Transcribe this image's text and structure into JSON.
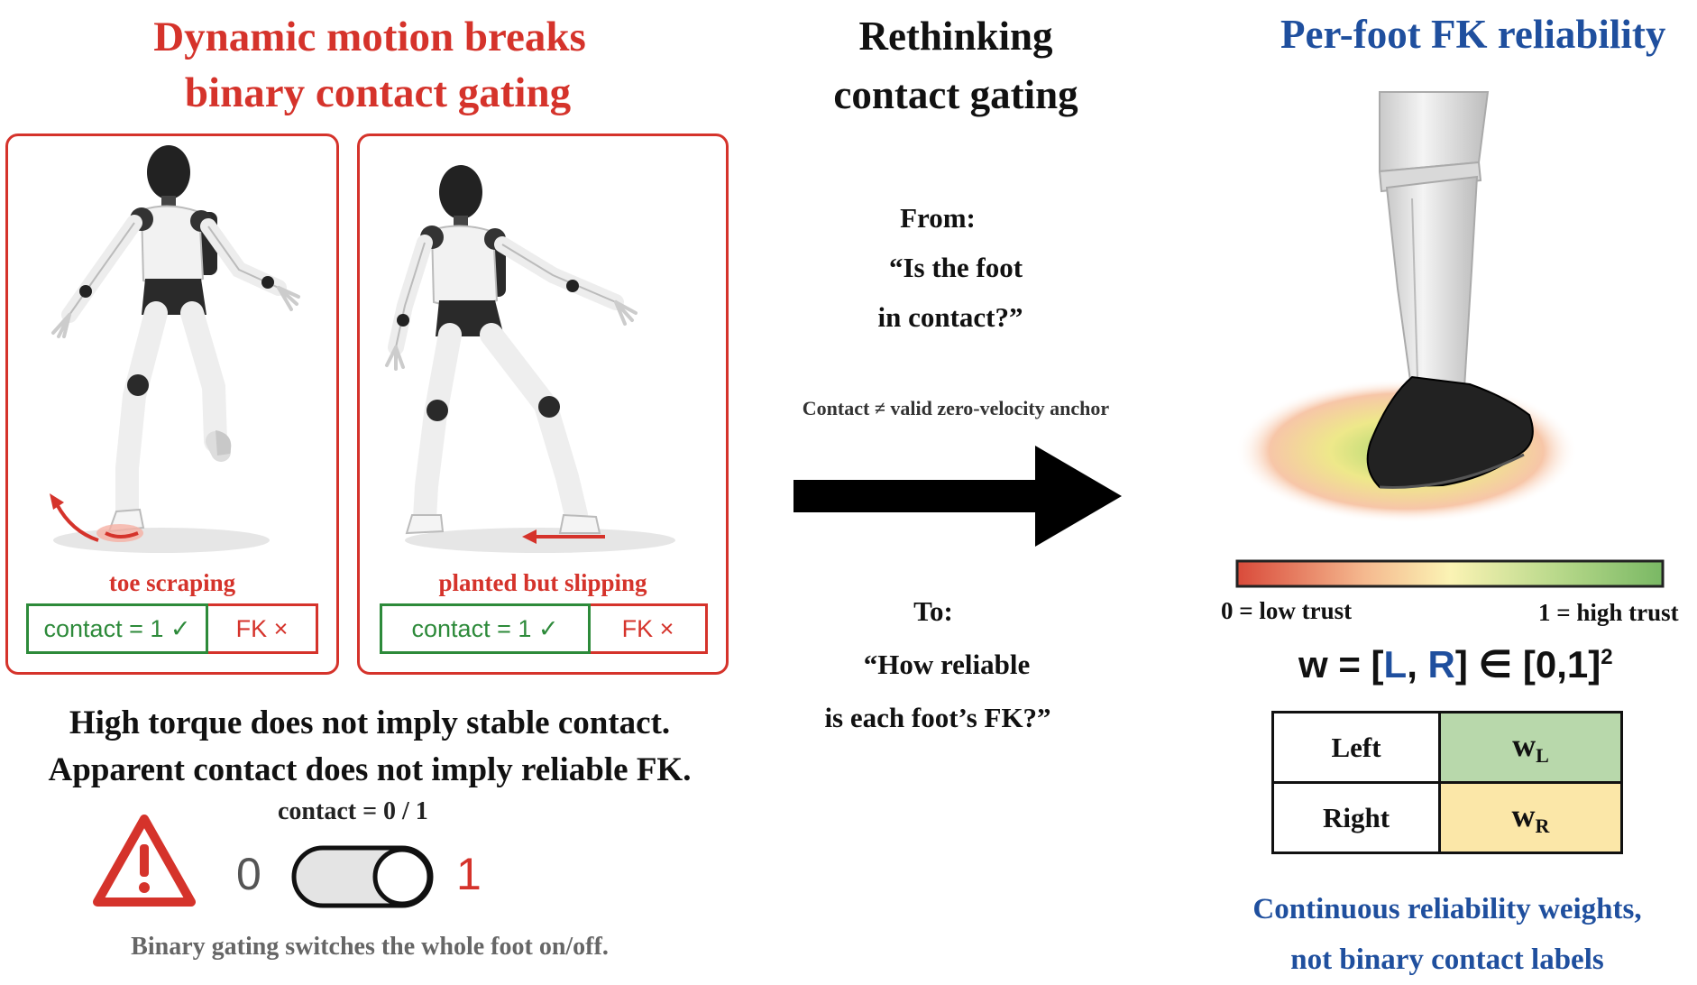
{
  "left": {
    "title_line1": "Dynamic motion breaks",
    "title_line2": "binary contact gating",
    "panels": [
      {
        "caption": "toe scraping",
        "contact_label": "contact = 1 ✓",
        "fk_label": "FK ×"
      },
      {
        "caption": "planted but slipping",
        "contact_label": "contact = 1 ✓",
        "fk_label": "FK ×"
      }
    ],
    "statement_line1": "High torque does not imply stable contact.",
    "statement_line2": "Apparent contact does not imply reliable FK.",
    "toggle_caption": "contact = 0 / 1",
    "toggle_off": "0",
    "toggle_on": "1",
    "bottom_caption": "Binary gating switches the whole foot on/off."
  },
  "middle": {
    "title_line1": "Rethinking",
    "title_line2": "contact gating",
    "from_label": "From:",
    "from_q1": "“Is the foot",
    "from_q2": "in contact?”",
    "note": "Contact ≠ valid zero-velocity anchor",
    "to_label": "To:",
    "to_q1": "“How reliable",
    "to_q2": "is each foot’s FK?”"
  },
  "right": {
    "title": "Per-foot FK reliability",
    "low_trust": "0 = low trust",
    "high_trust": "1 = high trust",
    "formula": {
      "lhs": "w = [",
      "L": "L",
      "comma": ", ",
      "R": "R",
      "rhs": "] ∈ [0,1]",
      "exp": "2"
    },
    "table": [
      {
        "label": "Left",
        "symbol": "w",
        "sub": "L",
        "color": "#b8d8ab"
      },
      {
        "label": "Right",
        "symbol": "w",
        "sub": "R",
        "color": "#fbe7a8"
      }
    ],
    "caption_line1": "Continuous reliability weights,",
    "caption_line2": "not binary contact labels"
  },
  "colors": {
    "red": "#d5332b",
    "green": "#2d8a3a",
    "blue": "#1f4f9e"
  }
}
